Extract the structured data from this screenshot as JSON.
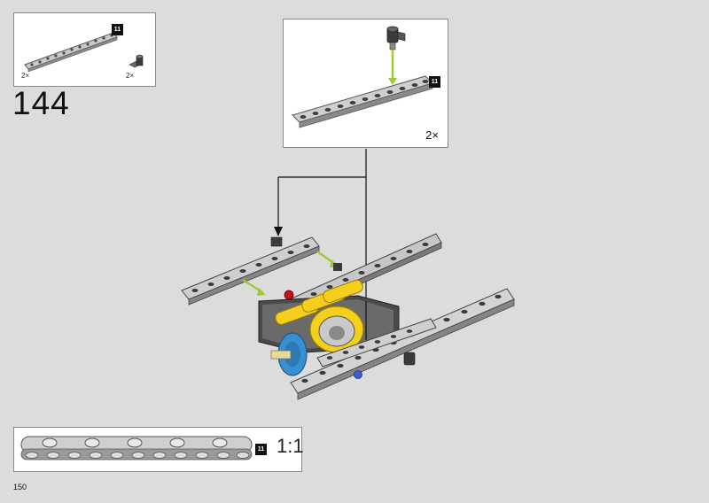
{
  "step": {
    "number": "144"
  },
  "page": {
    "number": "150"
  },
  "parts_list": {
    "items": [
      {
        "qty": "2×",
        "icon": "liftarm-11-icon",
        "length_label": "11"
      },
      {
        "qty": "2×",
        "icon": "axle-pin-connector-icon"
      }
    ]
  },
  "sub_assembly": {
    "qty": "2×",
    "length_label": "11"
  },
  "scale_guide": {
    "length_label": "11",
    "ratio": "1:1"
  },
  "colors": {
    "light_gray": "#c9c9c9",
    "dark_gray": "#5a5a5a",
    "yellow": "#f4d01c",
    "blue": "#3a8fd0",
    "red": "#c8111a",
    "arrow_green": "#9acd32"
  }
}
